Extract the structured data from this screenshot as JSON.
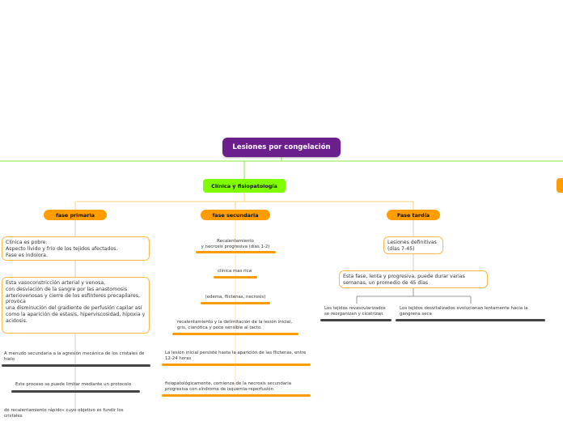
{
  "root": {
    "title": "Lesiones por congelación"
  },
  "main": {
    "title": "Clínica y fisiopatología"
  },
  "phases": {
    "primaria": {
      "label": "fase primaria",
      "box1": "Clínica es pobre.\nAspecto lívido y frío de los tejidos afectados.\nFase es indolora.",
      "box2": "Esta vasoconstricción arterial y venosa,\ncon desviación de la sangre por las anastomosis arteriovenosas y cierre de los esfínteres precapilares, provoca\nuna disminución del gradiente de perfusión capilar así\ncomo la aparición de estasis, hiperviscosidad, hipoxia y acidosis.",
      "item1": "A menudo secundaria a la agresión mecánica de los cristales de hielo",
      "item2": "Este proceso se puede limitar mediante un protocolo",
      "item3": "de recalentamiento rápido« cuyo objetivo es fundir los cristales"
    },
    "secundaria": {
      "label": "fase secundaria",
      "item1": "Recalentamiento\ny necrosis progresiva (días 1-2)",
      "item2": "clínica mas rica",
      "item3": "(edema, flictenas, necrosis)",
      "item4": "recalentamiento y la delimitación de la lesión inicial, gris, cianótica y poco sensible al tacto.",
      "item5": "La lesión inicial persiste hasta la aparición de las flictenas, entre 12-24 horas",
      "item6": "fisiopatológicamente, comienza de la necrosis secundaria progresiva con síndrome de isquemia-reperfusión"
    },
    "tardia": {
      "label": "Fase tardía",
      "box1": " Lesiones definitivas\n(días 7-45)",
      "box2": "Esta fase, lenta y progresiva, puede durar varias semanas, un promedio de 45 días",
      "leaf1": "Los tejidos revascularizados se reorganizan y cicatrizan",
      "leaf2": "Los tejidos desvitalizados evolucionan  lentamente hacia la gangrena seca"
    }
  },
  "colors": {
    "root": "#6a1f8c",
    "main": "#80ff00",
    "phase": "#ff9d00",
    "connector": "#ffd27a",
    "hline": "#8ee83a"
  }
}
